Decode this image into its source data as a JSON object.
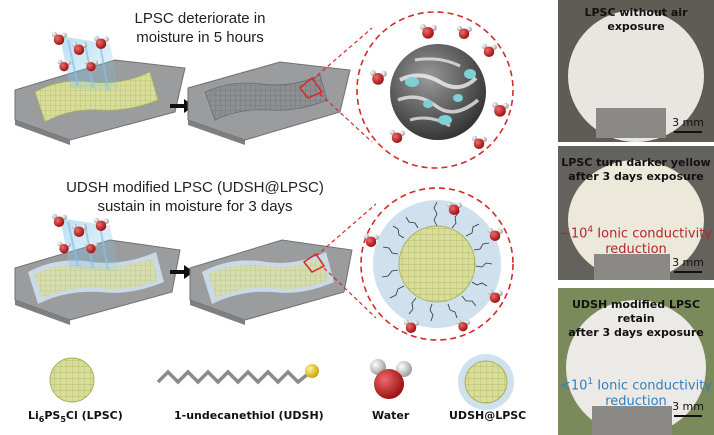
{
  "top_caption": {
    "line1": "LPSC deteriorate in",
    "line2": "moisture in 5 hours"
  },
  "mid_caption": {
    "line1": "UDSH modified LPSC (UDSH@LPSC)",
    "line2": "sustain in moisture for 3 days"
  },
  "legend": {
    "lpsc_prefix": "Li",
    "lpsc_sub1": "6",
    "lpsc_mid": "PS",
    "lpsc_sub2": "5",
    "lpsc_suffix": "Cl (LPSC)",
    "udsh": "1-undecanethiol (UDSH)",
    "water": "Water",
    "coated": "UDSH@LPSC"
  },
  "photos": [
    {
      "title": "LPSC without air exposure",
      "scale": "3 mm",
      "bg": "#5e5c55"
    },
    {
      "title_l1": "LPSC turn darker yellow",
      "title_l2": "after 3 days exposure",
      "note_pre": "~10",
      "note_exp": "4",
      "note_post": " Ionic conductivity",
      "note_l2": "reduction",
      "note_color": "#b3262a",
      "scale": "3 mm",
      "bg": "#63625c"
    },
    {
      "title_l1": "UDSH modified LPSC retain",
      "title_l2": "after 3 days exposure",
      "note_pre": "<10",
      "note_exp": "1",
      "note_post": " Ionic conductivity",
      "note_l2": "reduction",
      "note_color": "#2f7fc1",
      "scale": "3 mm",
      "bg": "#7a8a5a"
    }
  ],
  "colors": {
    "lpsc_yellow": "#d8dd9a",
    "grid_line": "#a9b25a",
    "water_red": "#c22727",
    "dashed_red": "#d42a2a",
    "tray": "#9a9c9e",
    "coating_blue": "#cfe0ee",
    "sulfur": "#e8d21c"
  },
  "icons": [
    "arrow-right-icon",
    "water-molecule-icon",
    "moisture-beam-icon"
  ]
}
